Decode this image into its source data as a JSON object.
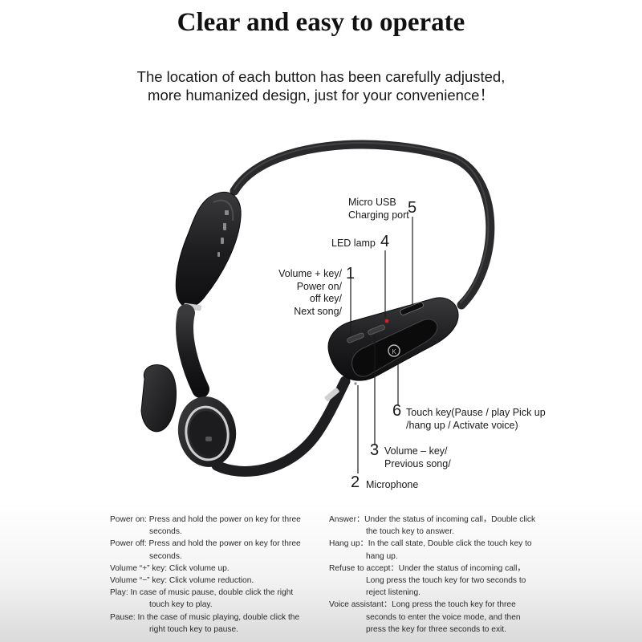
{
  "title": "Clear and easy to operate",
  "subtitle": {
    "line1": "The location of each button has been carefully adjusted,",
    "line2": "more humanized design, just for your convenience！"
  },
  "callouts": {
    "c5": {
      "num": "5",
      "lines": [
        "Micro USB",
        "Charging port"
      ]
    },
    "c4": {
      "num": "4",
      "lines": [
        "LED lamp"
      ]
    },
    "c1": {
      "num": "1",
      "lines": [
        "Volume + key/",
        "Power on/",
        "off key/",
        "Next song/"
      ]
    },
    "c6": {
      "num": "6",
      "lines": [
        "Touch key(Pause / play Pick up",
        "/hang up / Activate voice)"
      ]
    },
    "c3": {
      "num": "3",
      "lines": [
        "Volume – key/",
        "Previous song/"
      ]
    },
    "c2": {
      "num": "2",
      "lines": [
        "Microphone"
      ]
    }
  },
  "instructions": {
    "left": [
      {
        "l1": "Power on: Press and hold the power on key for three",
        "l2": "seconds."
      },
      {
        "l1": "Power off: Press and hold the power on key for three",
        "l2": "seconds."
      },
      {
        "l1": "Volume  “+”  key: Click volume up.",
        "l2": ""
      },
      {
        "l1": "Volume  “−”  key: Click volume reduction.",
        "l2": ""
      },
      {
        "l1": "Play: In case of music pause, double click the right",
        "l2": "touch key to play."
      },
      {
        "l1": "Pause: In the case of music playing, double click the",
        "l2": "right touch key to pause."
      }
    ],
    "right": [
      {
        "l1": "Answer：Under the status of incoming call，Double click",
        "l2": "the touch key to answer."
      },
      {
        "l1": "Hang up：In the call state, Double click the touch key to",
        "l2": "hang up."
      },
      {
        "l1": "Refuse to accept：Under the status of incoming call，",
        "l2": "Long press the touch key for two seconds to",
        "l3": "reject listening."
      },
      {
        "l1": "Voice assistant：Long press the touch key for three",
        "l2": "seconds to enter the voice mode, and then",
        "l3": "press the key for three seconds to exit."
      }
    ]
  },
  "colors": {
    "body": "#1c1c1e",
    "accent": "#c8c8c8",
    "led": "#d22020"
  }
}
